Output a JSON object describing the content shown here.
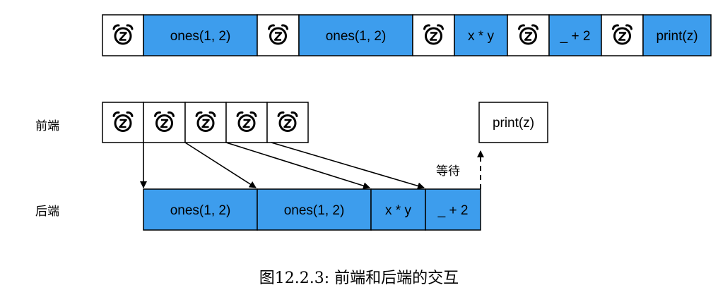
{
  "colors": {
    "blue": "#3d9ded",
    "white": "#ffffff",
    "stroke": "#000000"
  },
  "top_row": [
    {
      "kind": "icon",
      "icon": "alarm-clock-z-icon"
    },
    {
      "kind": "op",
      "label": "ones(1, 2)"
    },
    {
      "kind": "icon",
      "icon": "alarm-clock-z-icon"
    },
    {
      "kind": "op",
      "label": "ones(1, 2)"
    },
    {
      "kind": "icon",
      "icon": "alarm-clock-z-icon"
    },
    {
      "kind": "op",
      "label": "x * y"
    },
    {
      "kind": "icon",
      "icon": "alarm-clock-z-icon"
    },
    {
      "kind": "op",
      "label": "_ + 2"
    },
    {
      "kind": "icon",
      "icon": "alarm-clock-z-icon"
    },
    {
      "kind": "op",
      "label": "print(z)"
    }
  ],
  "frontend": {
    "label": "前端",
    "icon_count": 5,
    "icon": "alarm-clock-z-icon",
    "print_label": "print(z)"
  },
  "backend": {
    "label": "后端",
    "ops": [
      "ones(1, 2)",
      "ones(1, 2)",
      "x * y",
      "_ + 2"
    ]
  },
  "wait_label": "等待",
  "caption": "图12.2.3: 前端和后端的交互"
}
